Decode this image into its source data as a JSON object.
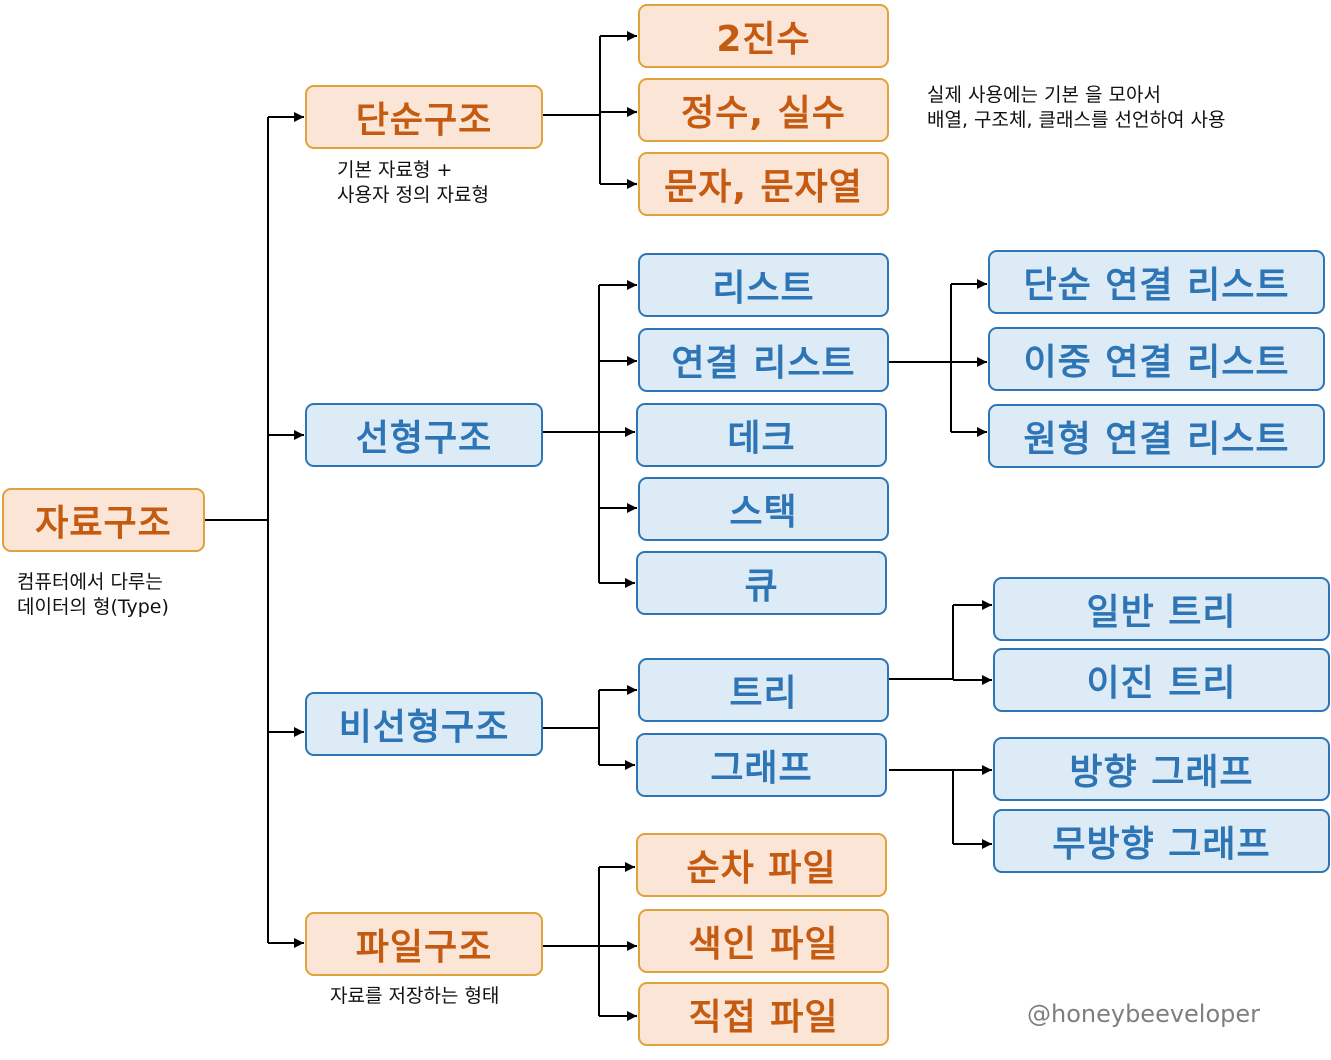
{
  "root": {
    "label": "자료구조",
    "note": [
      "컴퓨터에서 다루는",
      "데이터의 형(Type)"
    ]
  },
  "simple": {
    "label": "단순구조",
    "note": [
      "기본 자료형 +",
      "사용자 정의 자료형"
    ],
    "items": [
      "2진수",
      "정수, 실수",
      "문자, 문자열"
    ],
    "side_note": [
      "실제 사용에는 기본 을 모아서",
      "배열, 구조체, 클래스를 선언하여 사용"
    ]
  },
  "linear": {
    "label": "선형구조",
    "items": [
      "리스트",
      "연결 리스트",
      "데크",
      "스택",
      "큐"
    ],
    "linked_list_types": [
      "단순 연결 리스트",
      "이중 연결 리스트",
      "원형 연결 리스트"
    ]
  },
  "nonlinear": {
    "label": "비선형구조",
    "items": [
      "트리",
      "그래프"
    ],
    "tree_types": [
      "일반 트리",
      "이진 트리"
    ],
    "graph_types": [
      "방향 그래프",
      "무방향 그래프"
    ]
  },
  "file": {
    "label": "파일구조",
    "note": [
      "자료를 저장하는 형태"
    ],
    "items": [
      "순차 파일",
      "색인 파일",
      "직접 파일"
    ]
  },
  "watermark": "@honeybeeveloper",
  "colors": {
    "orange_fill": "#fbe5d6",
    "orange_border": "#e0a23a",
    "orange_text": "#c55a11",
    "blue_fill": "#ddebf7",
    "blue_border": "#2e75b6",
    "blue_text": "#2e75b6",
    "line": "#000000"
  }
}
